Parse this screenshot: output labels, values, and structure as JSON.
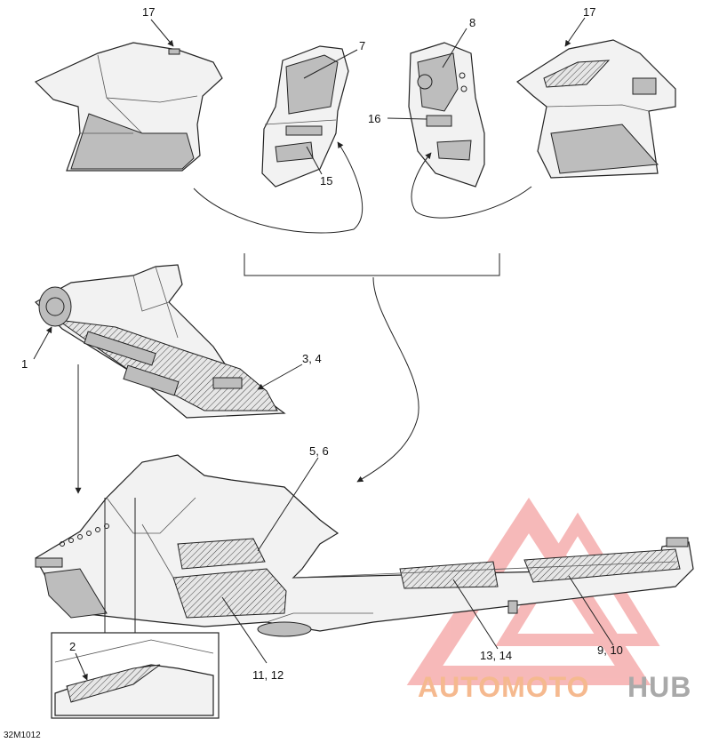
{
  "labels": {
    "l17a": "17",
    "l7": "7",
    "l8": "8",
    "l17b": "17",
    "l16": "16",
    "l15": "15",
    "l1": "1",
    "l34": "3, 4",
    "l56": "5, 6",
    "l2": "2",
    "l1112": "11, 12",
    "l1314": "13, 14",
    "l910": "9, 10"
  },
  "figure_code": "32M1012",
  "watermark": {
    "word_a": "AUTOMOTO",
    "word_b": "HUB",
    "color_a": "#f5b98f",
    "color_b": "#a9a9a9",
    "triangle_color": "#f08080"
  }
}
